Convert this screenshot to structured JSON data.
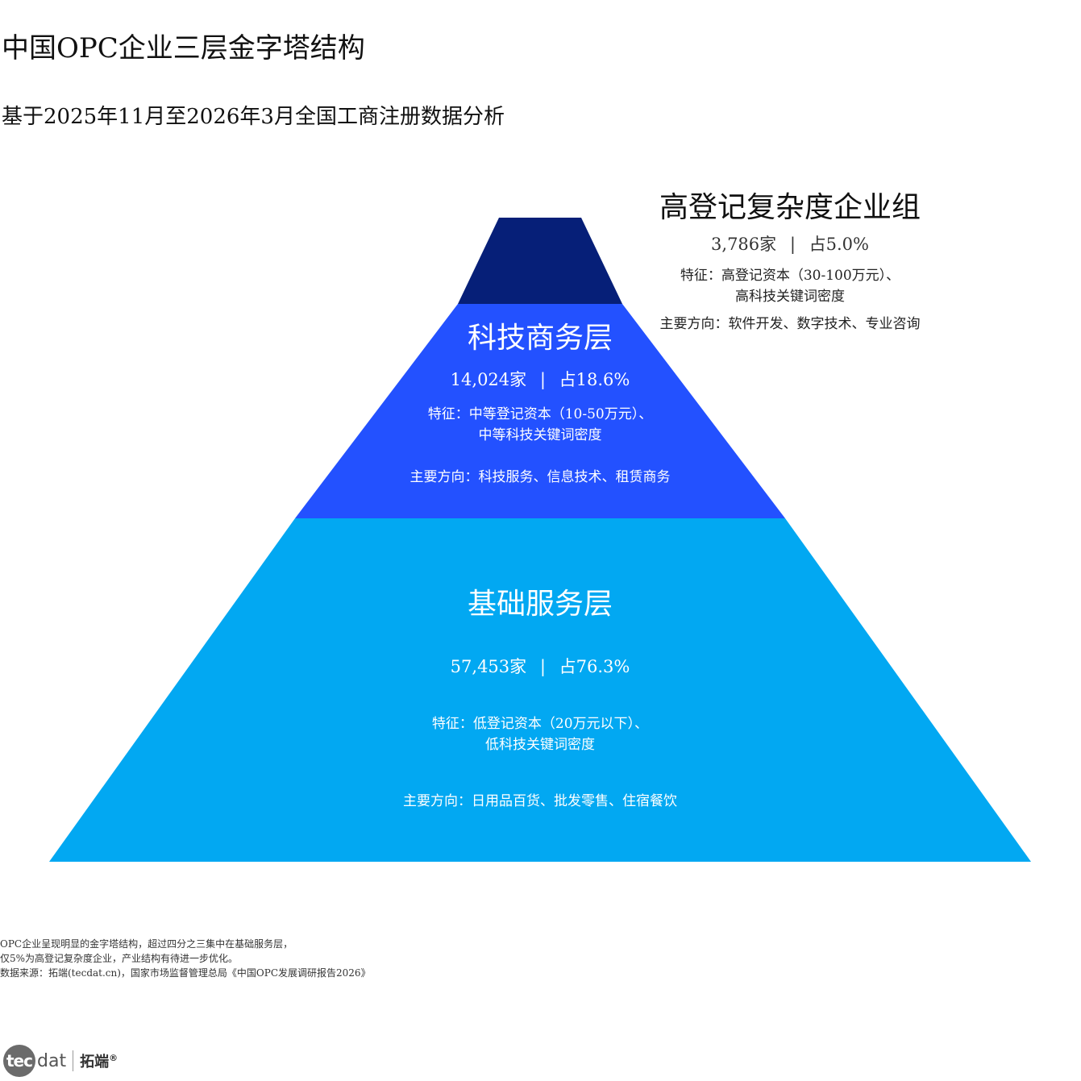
{
  "title": "中国OPC企业三层金字塔结构",
  "subtitle": "基于2025年11月至2026年3月全国工商注册数据分析",
  "colors": {
    "top": "#061f78",
    "middle": "#2351ff",
    "bottom": "#02a8f2"
  },
  "layers": {
    "top": {
      "name": "高登记复杂度企业组",
      "count": "3,786家",
      "sep": "|",
      "share": "占5.0%",
      "share_value": 5.0,
      "feature_line1": "特征：高登记资本（30-100万元）、",
      "feature_line2": "高科技关键词密度",
      "direction": "主要方向：软件开发、数字技术、专业咨询"
    },
    "middle": {
      "name": "科技商务层",
      "count": "14,024家",
      "sep": "|",
      "share": "占18.6%",
      "share_value": 18.6,
      "feature_line1": "特征：中等登记资本（10-50万元）、",
      "feature_line2": "中等科技关键词密度",
      "direction": "主要方向：科技服务、信息技术、租赁商务"
    },
    "bottom": {
      "name": "基础服务层",
      "count": "57,453家",
      "sep": "|",
      "share": "占76.3%",
      "share_value": 76.3,
      "feature_line1": "特征：低登记资本（20万元以下）、",
      "feature_line2": "低科技关键词密度",
      "direction": "主要方向：日用品百货、批发零售、住宿餐饮"
    }
  },
  "notes": {
    "line1": "OPC企业呈现明显的金字塔结构，超过四分之三集中在基础服务层，",
    "line2": "仅5%为高登记复杂度企业，产业结构有待进一步优化。",
    "line3": "数据来源：拓端(tecdat.cn)，国家市场监督管理总局《中国OPC发展调研报告2026》"
  },
  "logo": {
    "mark": "tec",
    "text": "dat",
    "cn": "拓端",
    "reg": "®"
  }
}
